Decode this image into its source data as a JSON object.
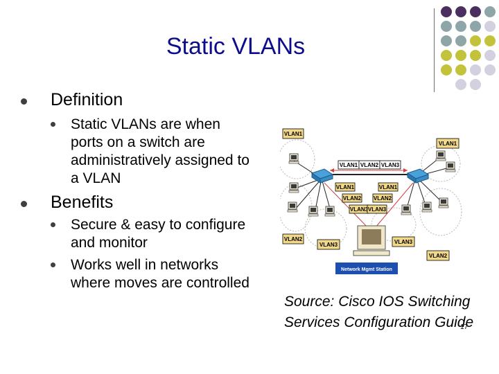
{
  "slide": {
    "title": "Static VLANs",
    "page_number": "17",
    "colors": {
      "title": "#0d0d8c",
      "dot_purple": "#4b2f61",
      "dot_teal": "#8ea6a8",
      "dot_olive": "#c2c33a",
      "dot_lavender": "#d3d0e0"
    }
  },
  "bullets": [
    {
      "label": "Definition",
      "sub": [
        "Static VLANs are when ports on a switch are administratively assigned to a VLAN"
      ]
    },
    {
      "label": "Benefits",
      "sub": [
        "Secure & easy to configure and monitor",
        "Works well in networks where moves are controlled"
      ]
    }
  ],
  "diagram": {
    "vlan1": "VLAN1",
    "vlan2": "VLAN2",
    "vlan3": "VLAN3",
    "trunk_vlan1": "VLAN1",
    "trunk_vlan2": "VLAN2",
    "trunk_vlan3": "VLAN3",
    "station_label": "Network Mgmt Station"
  },
  "source": {
    "line1": "Source: Cisco IOS Switching",
    "line2": "Services Configuration Guide"
  }
}
